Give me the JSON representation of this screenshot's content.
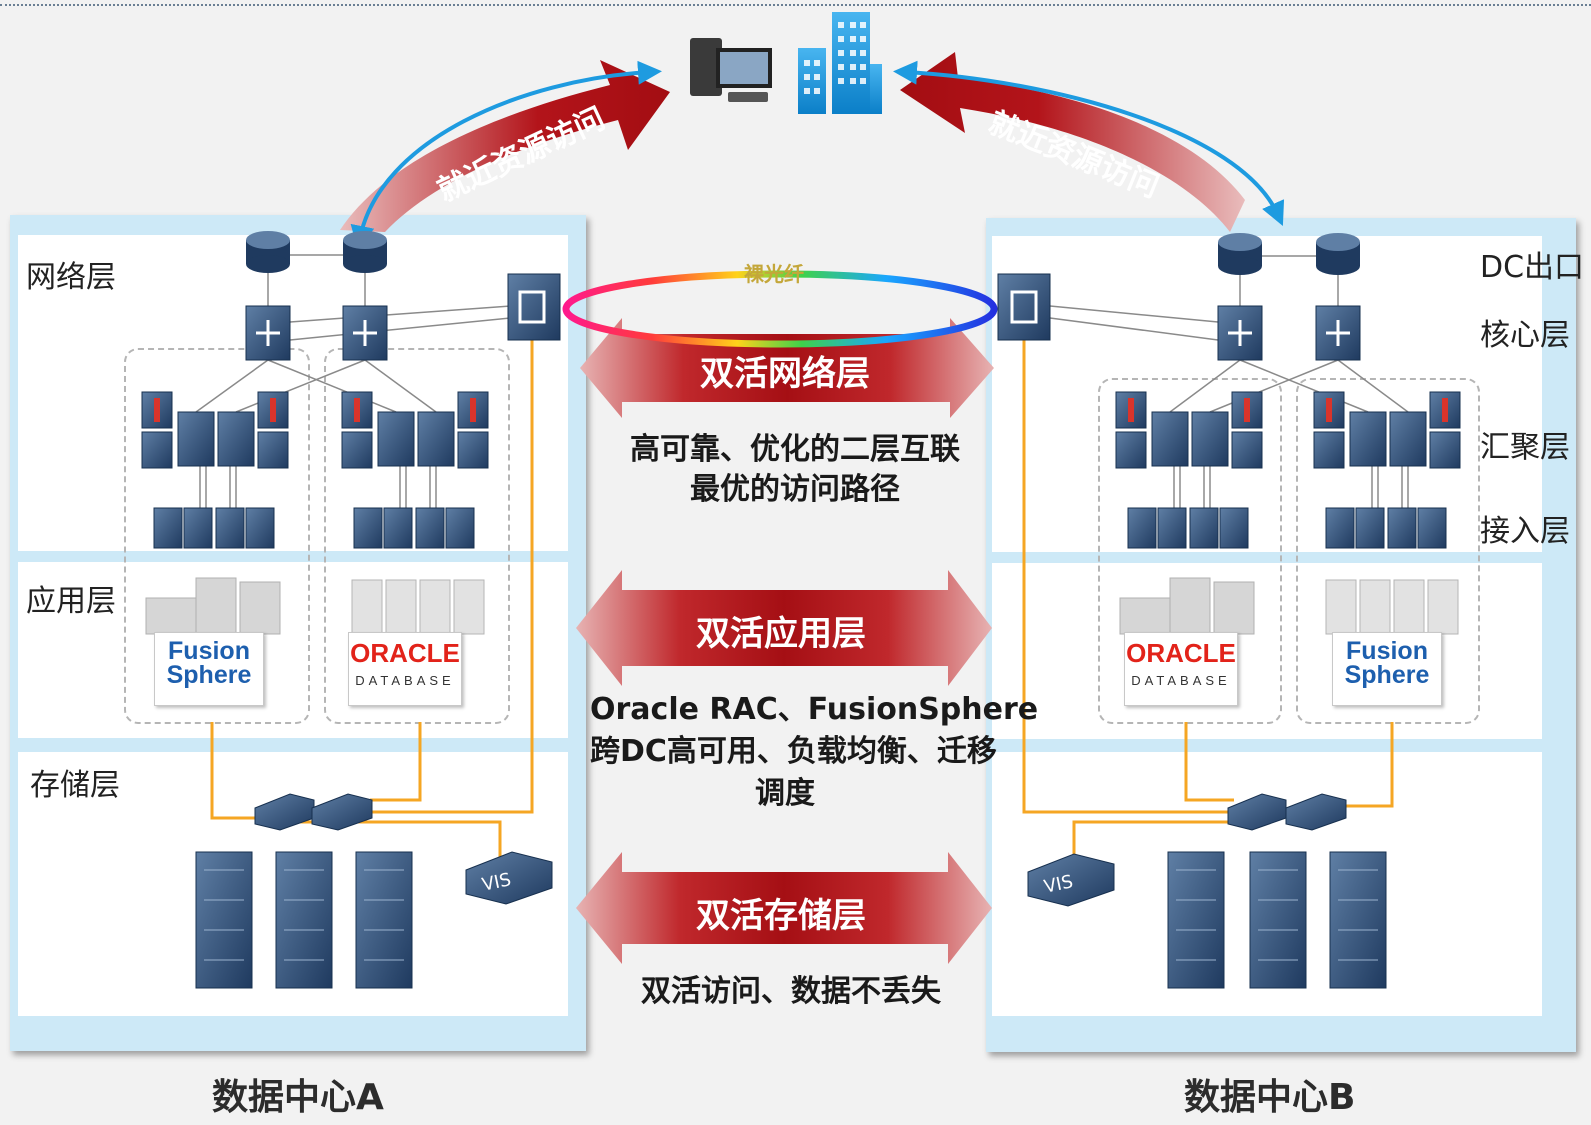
{
  "top_arrows": {
    "left_label": "就近资源访问",
    "right_label": "就近资源访问"
  },
  "fiber_label": "裸光纤",
  "left_dc": {
    "layers": {
      "network": "网络层",
      "application": "应用层",
      "storage": "存储层"
    },
    "group1": {
      "logo_line1": "Fusion",
      "logo_line2": "Sphere"
    },
    "group2": {
      "logo_main": "ORACLE",
      "logo_sub": "DATABASE"
    },
    "vis_label": "VIS",
    "name": "数据中心A"
  },
  "right_dc": {
    "tiers": {
      "dc_exit": "DC出口",
      "core": "核心层",
      "aggregation": "汇聚层",
      "access": "接入层"
    },
    "group1": {
      "logo_main": "ORACLE",
      "logo_sub": "DATABASE"
    },
    "group2": {
      "logo_line1": "Fusion",
      "logo_line2": "Sphere"
    },
    "vis_label": "VIS",
    "name": "数据中心B"
  },
  "center": {
    "network": {
      "title": "双活网络层",
      "desc_line1": "高可靠、优化的二层互联",
      "desc_line2": "最优的访问路径"
    },
    "application": {
      "title": "双活应用层",
      "desc_line1": "Oracle RAC、FusionSphere",
      "desc_line2": "跨DC高可用、负载均衡、迁移",
      "desc_line3": "调度"
    },
    "storage": {
      "title": "双活存储层",
      "desc_line1": "双活访问、数据不丢失"
    }
  },
  "colors": {
    "panel": "#cde9f7",
    "device": "#2f4f78",
    "cable": "#f5a623",
    "arrow_red": "#b3141a",
    "access_arrow": "#1e9be0"
  }
}
